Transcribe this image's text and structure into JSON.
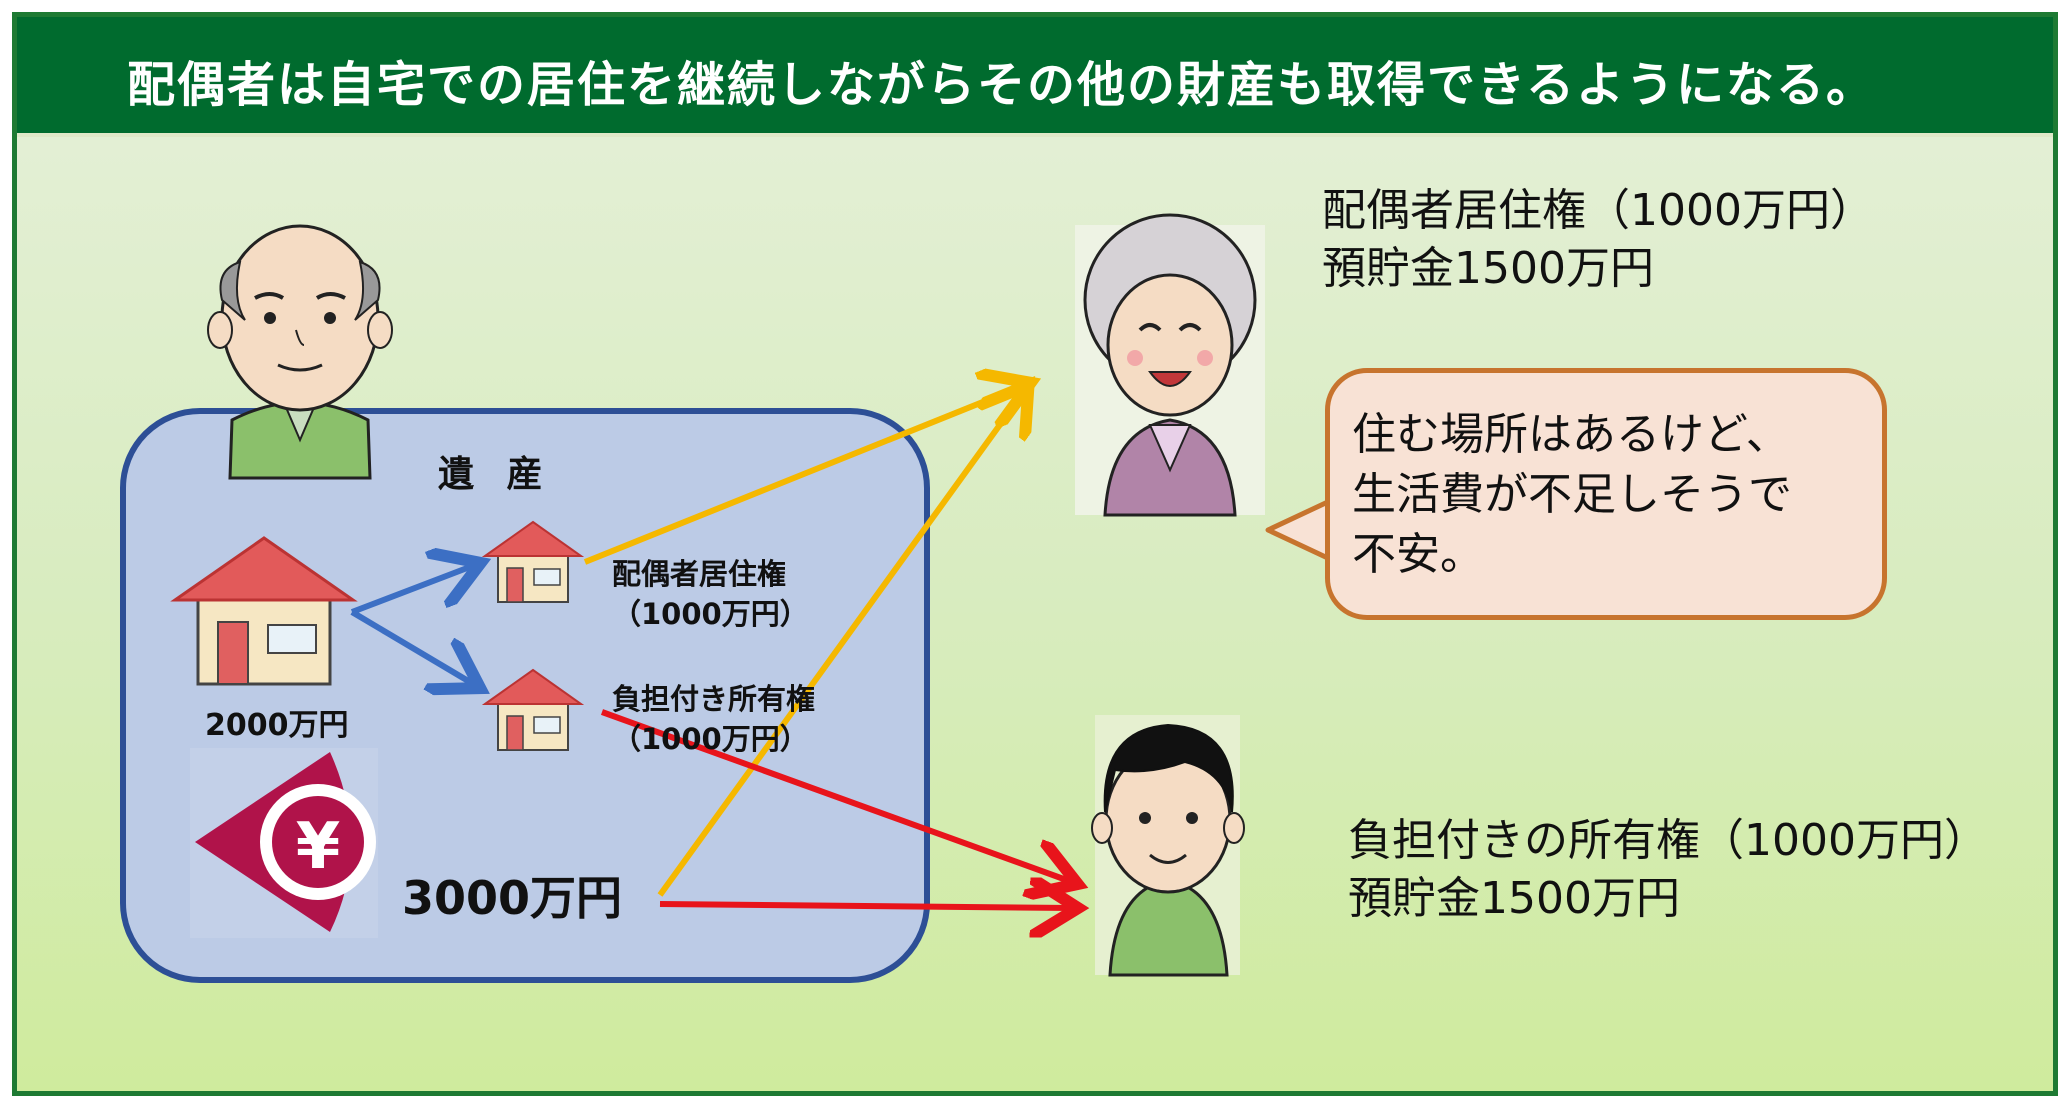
{
  "banner": {
    "title": "配偶者は自宅での居住を継続しながらその他の財産も取得できるようになる。"
  },
  "estate": {
    "title": "遺 産",
    "house_value": "2000万円",
    "split_1_line1": "配偶者居住権",
    "split_1_line2": "（1000万円）",
    "split_2_line1": "負担付き所有権",
    "split_2_line2": "（1000万円）",
    "savings": "3000万円"
  },
  "spouse": {
    "line1": "配偶者居住権（1000万円）",
    "line2": "預貯金1500万円"
  },
  "bubble": {
    "line1": "住む場所はあるけど、",
    "line2": "生活費が不足しそうで",
    "line3": "不安。"
  },
  "child": {
    "line1": "負担付きの所有権（1000万円）",
    "line2": "預貯金1500万円"
  },
  "colors": {
    "banner": "#006b2e",
    "estate_box": "#bccbe6",
    "estate_border": "#2d4f96",
    "arrow_blue": "#3c6fc4",
    "arrow_yellow": "#f5b800",
    "arrow_red": "#e8141b",
    "yen_icon": "#b0134a"
  },
  "icons": [
    "deceased-father-icon",
    "house-icon",
    "small-house-icon",
    "yen-coin-icon",
    "spouse-grandmother-icon",
    "son-icon"
  ]
}
